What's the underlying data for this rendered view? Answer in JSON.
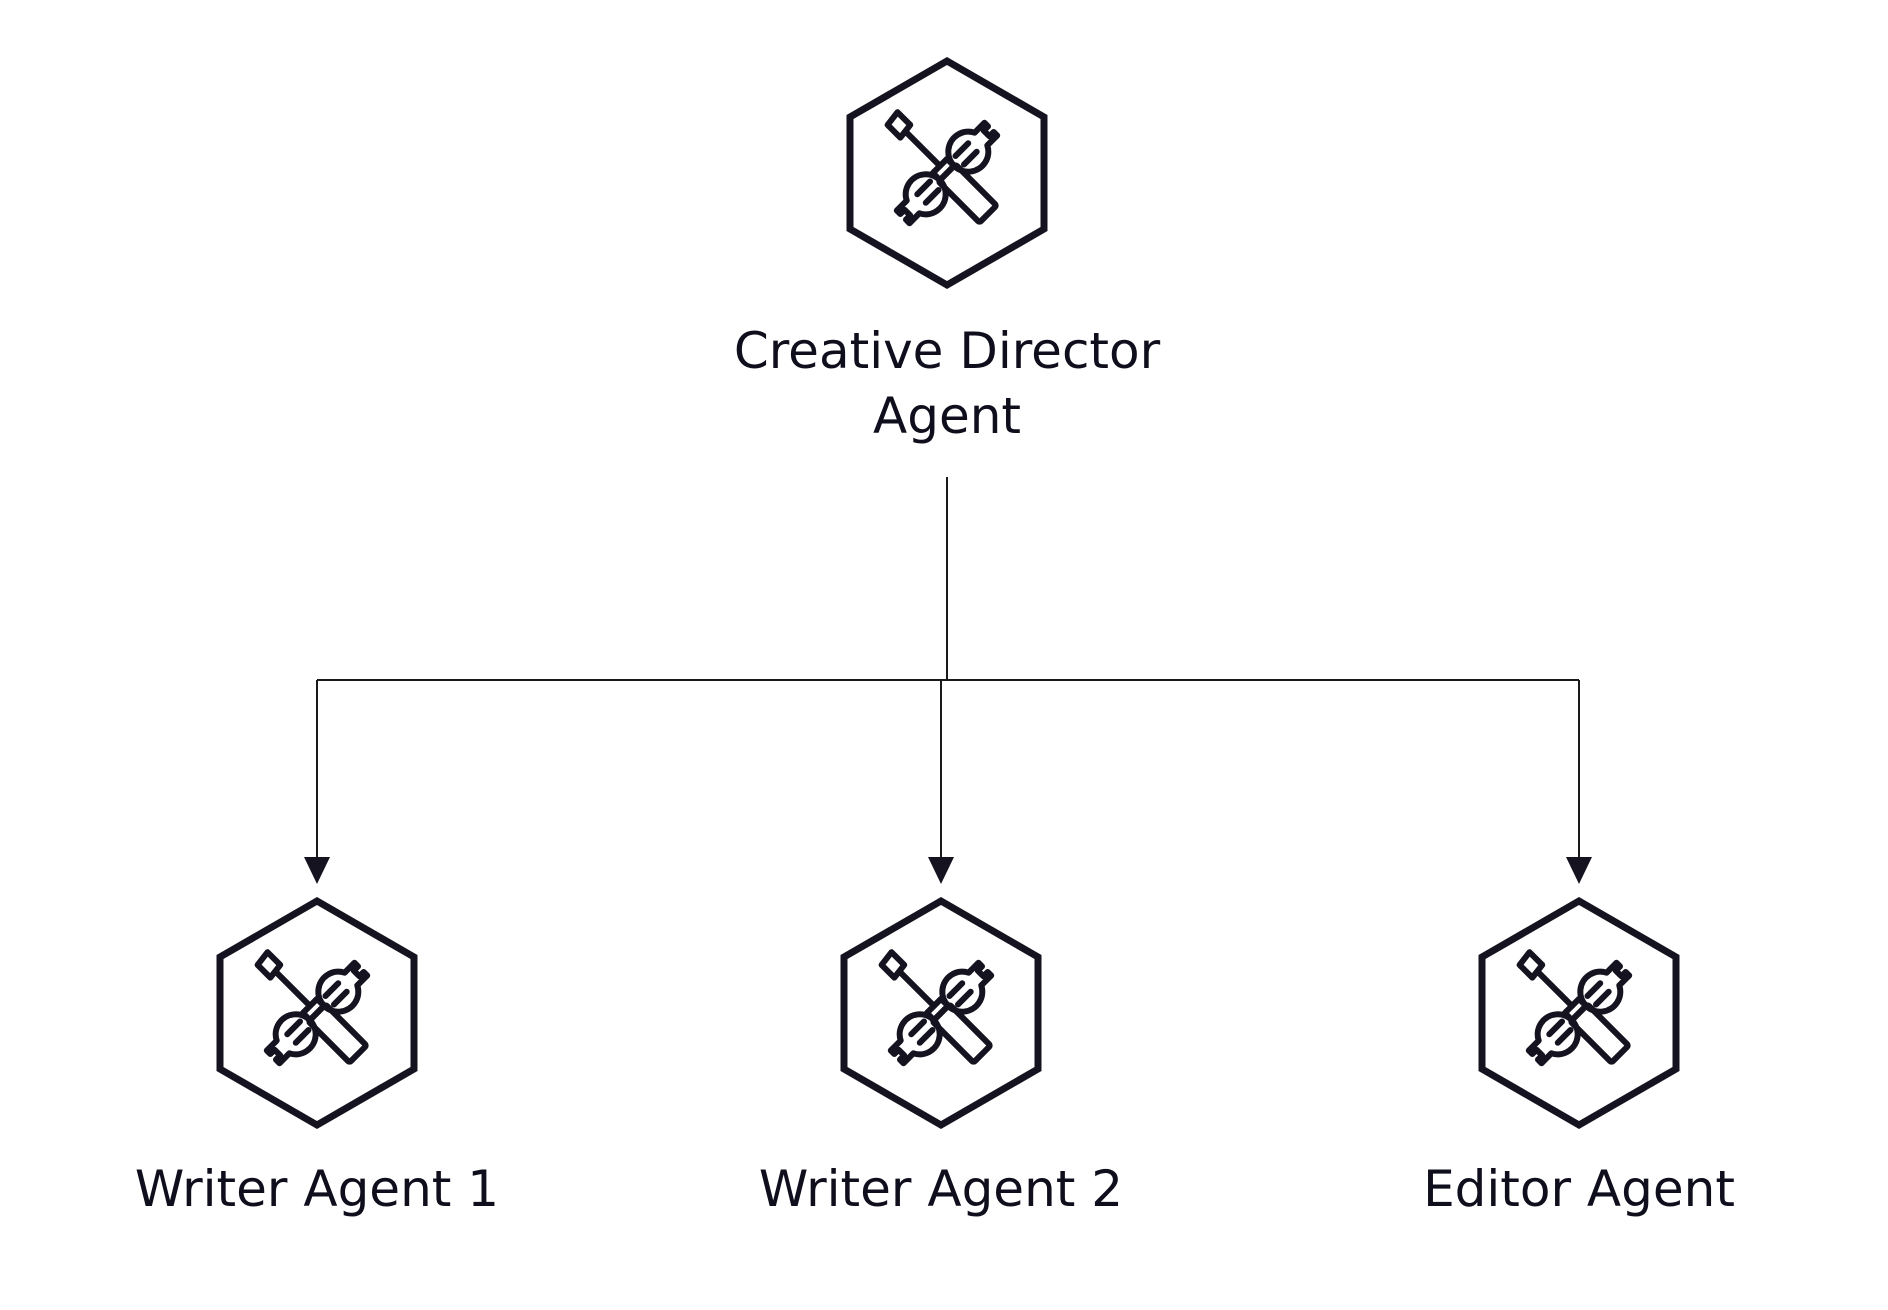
{
  "diagram": {
    "colors": {
      "icon": "#15131f",
      "connector": "#1a1a1a",
      "background": "#ffffff"
    },
    "icon_name": "tools-icon",
    "nodes": [
      {
        "id": "creative-director",
        "label_lines": [
          "Creative Director",
          "Agent"
        ]
      },
      {
        "id": "writer-1",
        "label_lines": [
          "Writer Agent 1"
        ]
      },
      {
        "id": "writer-2",
        "label_lines": [
          "Writer Agent 2"
        ]
      },
      {
        "id": "editor",
        "label_lines": [
          "Editor Agent"
        ]
      }
    ],
    "edges": [
      {
        "from": "creative-director",
        "to": "writer-1"
      },
      {
        "from": "creative-director",
        "to": "writer-2"
      },
      {
        "from": "creative-director",
        "to": "editor"
      }
    ]
  }
}
